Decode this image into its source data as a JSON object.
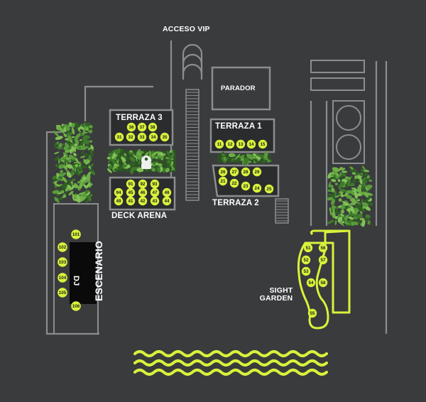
{
  "map": {
    "labels": {
      "acceso_vip": "ACCESO VIP",
      "parador": "PARADOR",
      "terraza_3": "TERRAZA 3",
      "terraza_1": "TERRAZA 1",
      "terraza_2": "TERRAZA 2",
      "deck_arena": "DECK ARENA",
      "escenario": "ESCENARIO",
      "dj": "DJ",
      "sight_garden_line1": "SIGHT",
      "sight_garden_line2": "GARDEN"
    },
    "colors": {
      "background": "#3a3b3d",
      "outline": "#8c8d8f",
      "table": "#d9f23b",
      "accent": "#d9f23b",
      "stage_block": "#0a0a0a",
      "plants": "#4e8f36"
    },
    "tables": {
      "terraza_3": [
        "36",
        "37",
        "38",
        "31",
        "32",
        "33",
        "34",
        "35"
      ],
      "terraza_1": [
        "11",
        "12",
        "13",
        "14",
        "15"
      ],
      "terraza_2": [
        "26",
        "27",
        "28",
        "29",
        "21",
        "22",
        "23",
        "24",
        "25"
      ],
      "deck_arena": [
        "91",
        "92",
        "93",
        "94",
        "45",
        "46",
        "47",
        "48",
        "49",
        "41",
        "42",
        "43",
        "44"
      ],
      "escenario": [
        "101",
        "102",
        "103",
        "104",
        "105",
        "106"
      ],
      "sight_garden": [
        "51",
        "56",
        "52",
        "57",
        "53",
        "54",
        "58",
        "55"
      ]
    }
  }
}
